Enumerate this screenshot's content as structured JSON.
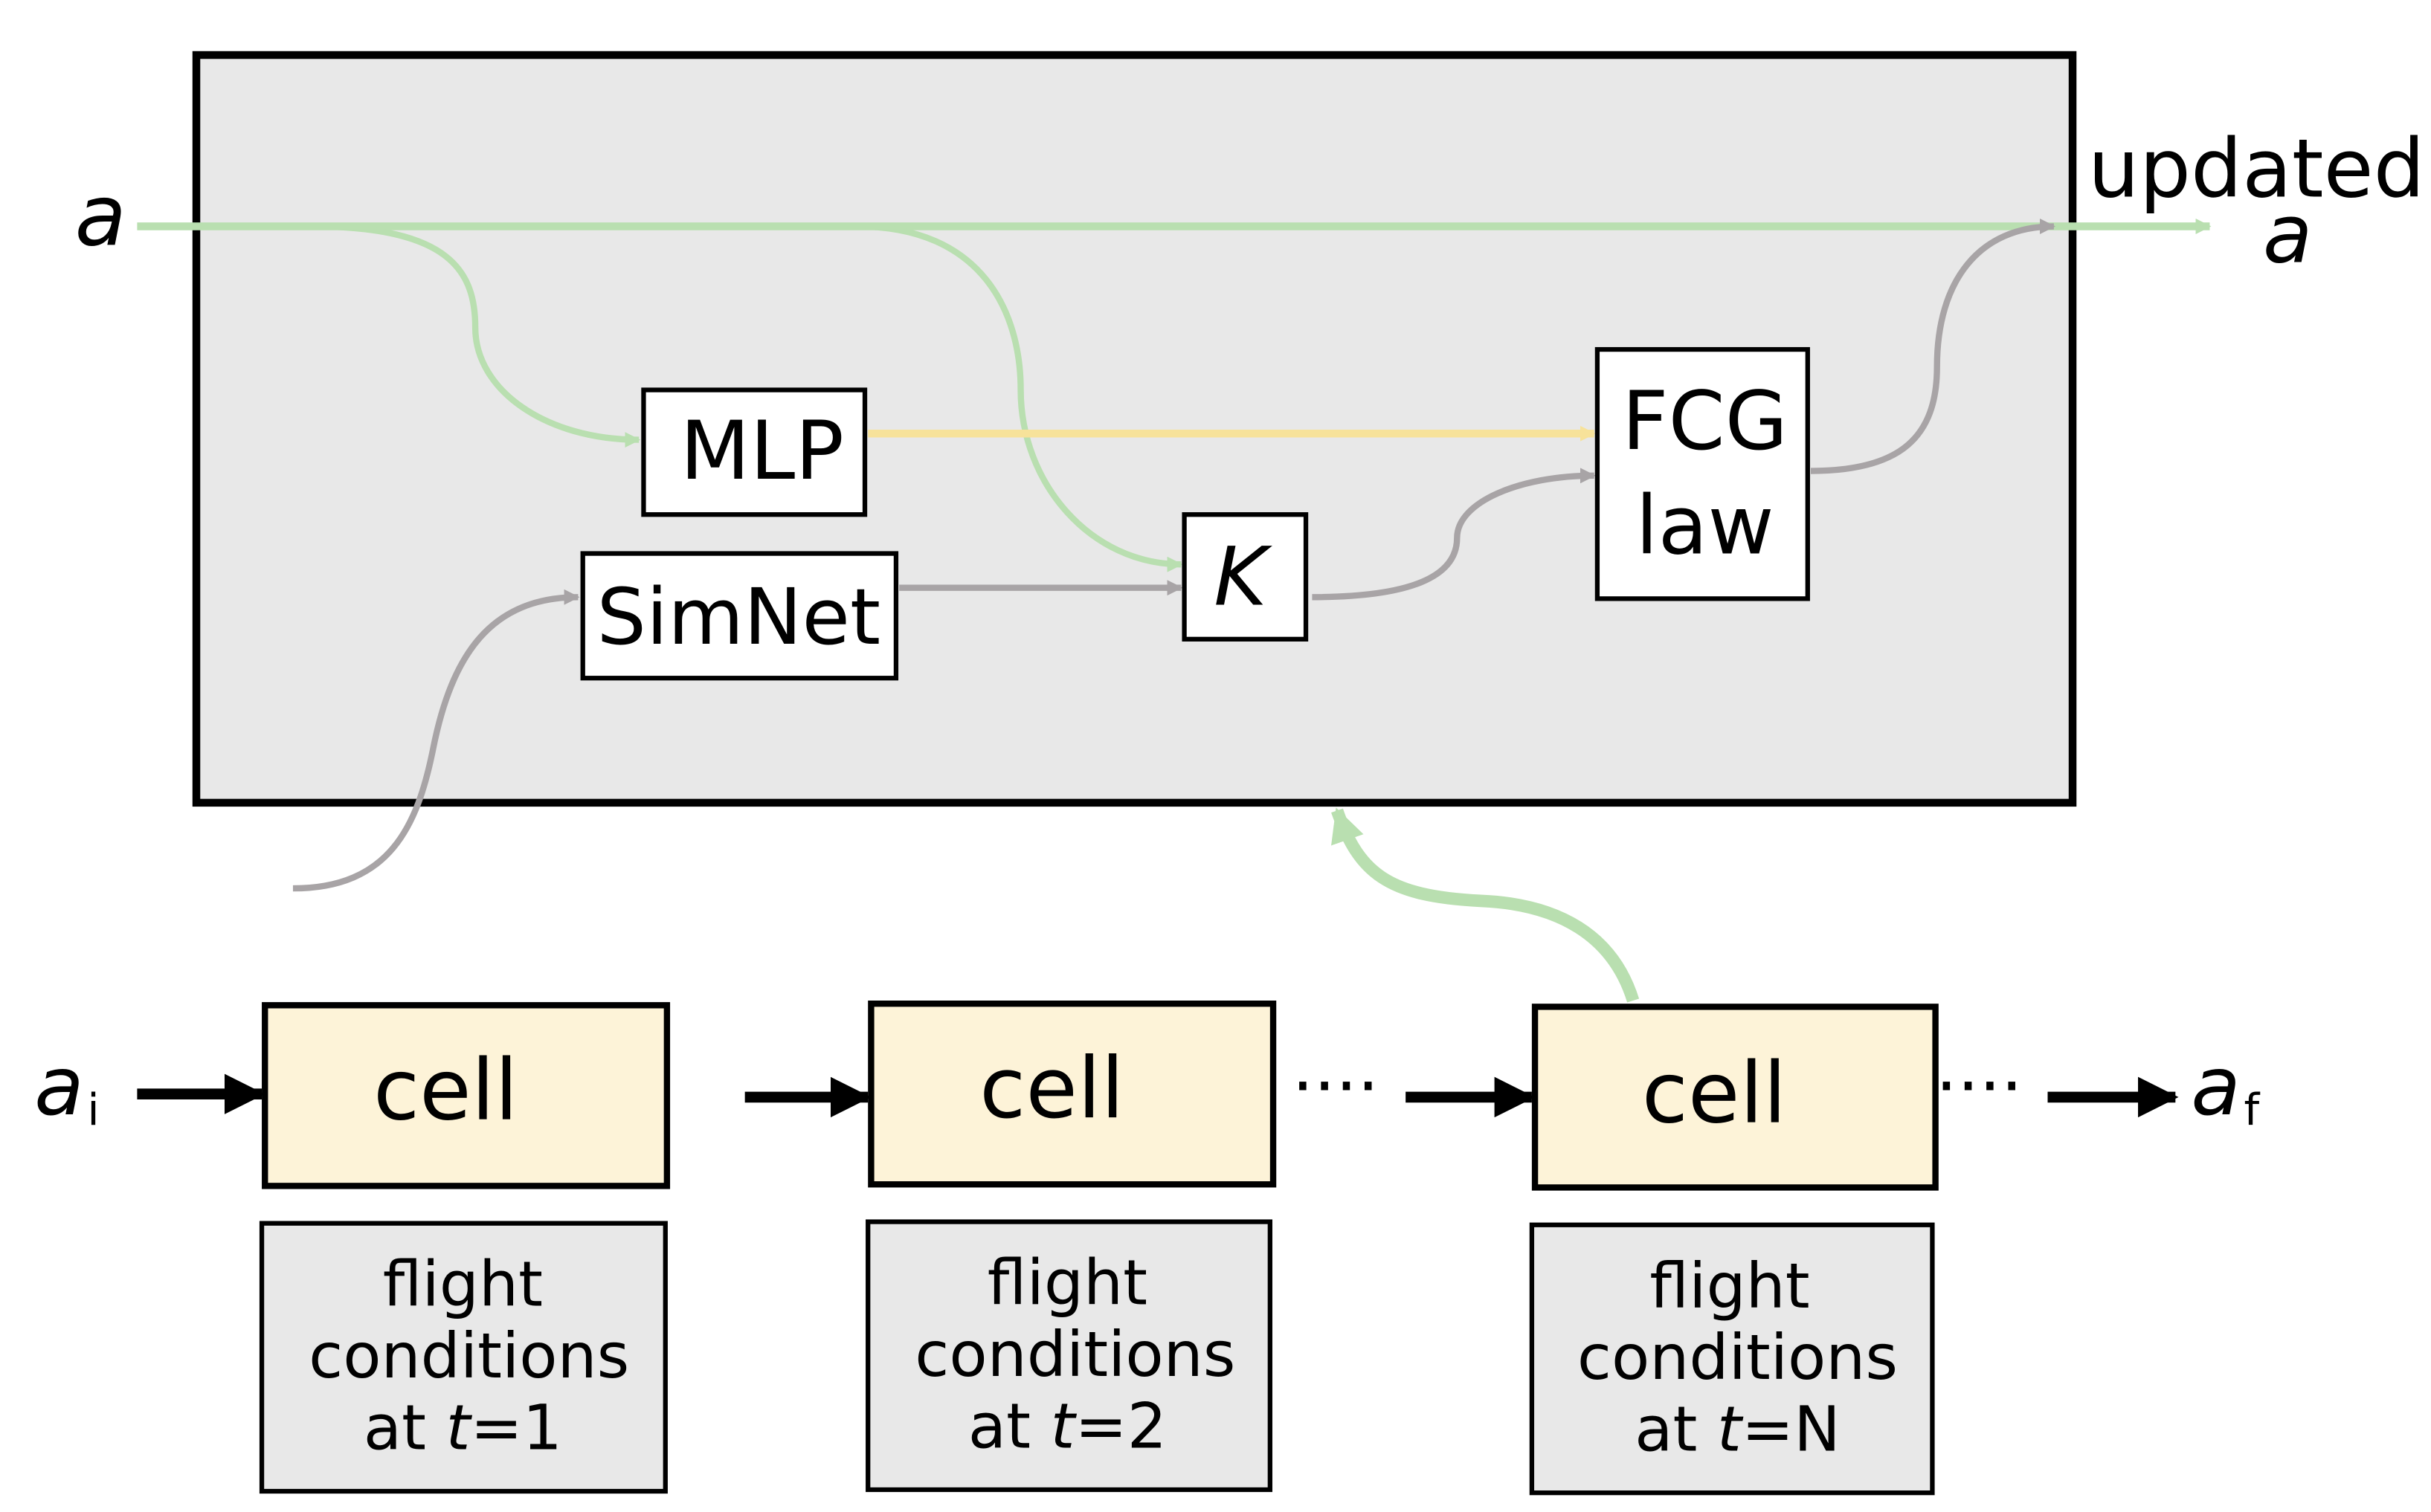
{
  "colors": {
    "panel_fill": "#e8e8e8",
    "cell_fill": "#fdf3d8",
    "green_flow": "#b9dfb0",
    "gray_flow": "#a8a4a6",
    "yellow_flow": "#f7e29a",
    "black": "#000000"
  },
  "inputs": {
    "a_symbol": "a",
    "updated_label": "updated",
    "updated_symbol": "a"
  },
  "modules": {
    "mlp": "MLP",
    "simnet": "SimNet",
    "k": "K",
    "fcg_line1": "FCG",
    "fcg_line2": "law"
  },
  "chain": {
    "start_symbol": "a",
    "start_subscript": "i",
    "end_symbol": "a",
    "end_subscript": "f",
    "dots": "····",
    "cells": [
      {
        "label": "cell",
        "cond_line1": "flight",
        "cond_line2": "conditions",
        "cond_prefix": "at ",
        "cond_var": "t",
        "cond_suffix": "=1"
      },
      {
        "label": "cell",
        "cond_line1": "flight",
        "cond_line2": "conditions",
        "cond_prefix": "at ",
        "cond_var": "t",
        "cond_suffix": "=2"
      },
      {
        "label": "cell",
        "cond_line1": "flight",
        "cond_line2": "conditions",
        "cond_prefix": "at ",
        "cond_var": "t",
        "cond_suffix": "=N"
      }
    ]
  }
}
